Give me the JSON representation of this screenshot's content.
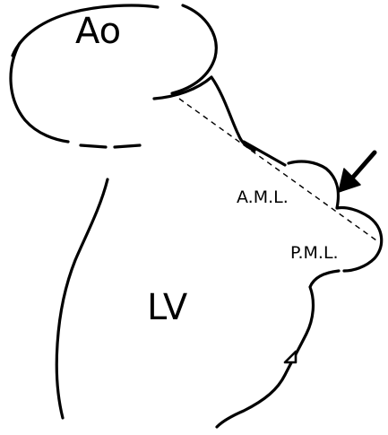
{
  "labels": {
    "aorta": "Ao",
    "left_ventricle": "LV",
    "anterior_mitral_leaflet": "A.M.L.",
    "posterior_mitral_leaflet": "P.M.L."
  }
}
